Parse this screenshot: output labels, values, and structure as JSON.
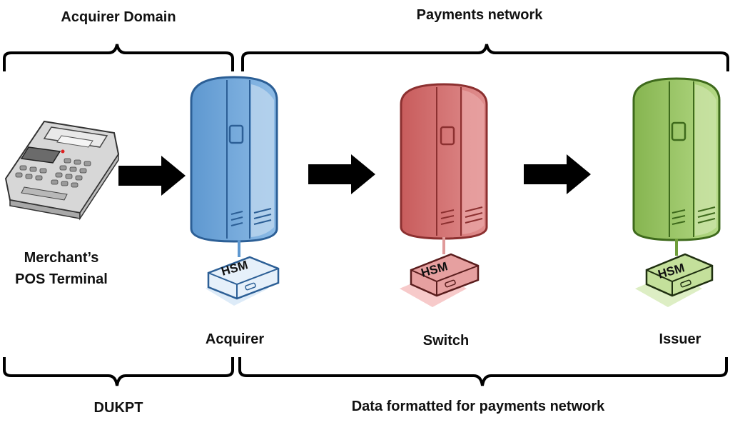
{
  "headings": {
    "acquirer_domain": "Acquirer Domain",
    "payments_network": "Payments network"
  },
  "footers": {
    "dukpt": "DUKPT",
    "data_formatted": "Data formatted for payments network"
  },
  "nodes": {
    "merchant_line1": "Merchant’s",
    "merchant_line2": "POS Terminal",
    "acquirer": "Acquirer",
    "switch": "Switch",
    "issuer": "Issuer"
  },
  "hsm_label": "HSM",
  "colors": {
    "acquirer": "#6fa3d6",
    "switch": "#d87a7a",
    "issuer": "#9fc96a",
    "arrow": "#000000"
  }
}
